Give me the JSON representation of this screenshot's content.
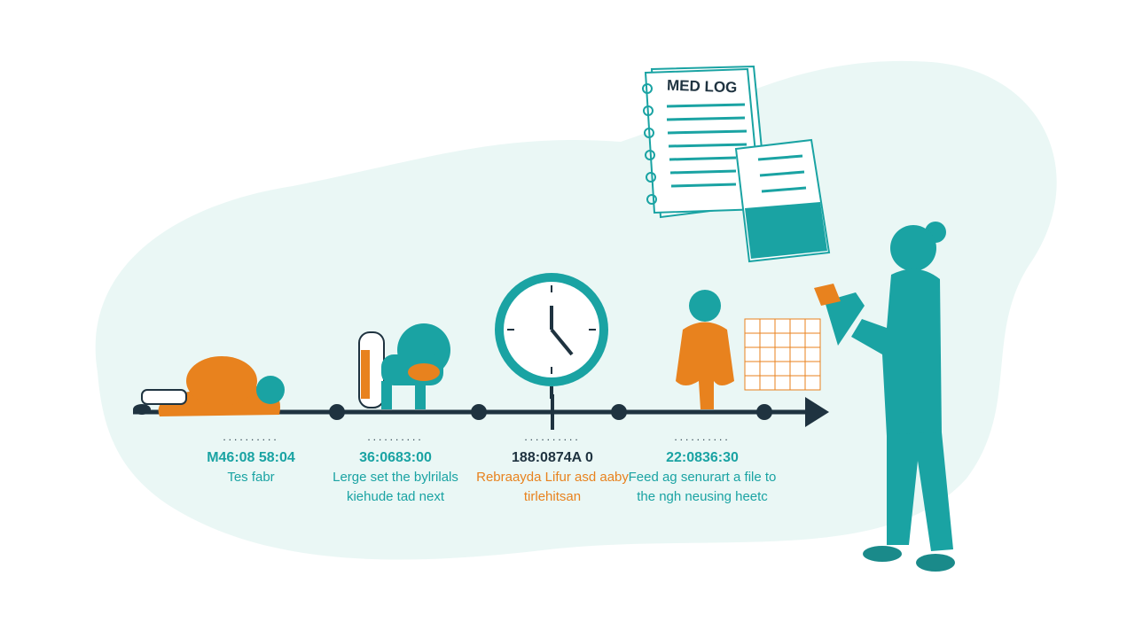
{
  "document": {
    "title": "MED LOG"
  },
  "timeline": [
    {
      "time": "M46:08 58:04",
      "description": "Tes fabr",
      "accent": "teal"
    },
    {
      "time": "36:0683:00",
      "description": "Lerge set the bylrilals kiehude tad next",
      "accent": "teal"
    },
    {
      "time": "188:0874A 0",
      "description": "Rebraayda Lifur asd aaby tirlehitsan",
      "accent": "orange"
    },
    {
      "time": "22:0836:30",
      "description": "Feed ag senurart a file to the ngh neusing heetc",
      "accent": "teal"
    }
  ],
  "colors": {
    "teal": "#1aa3a3",
    "orange": "#e8821e",
    "navy": "#1f3340",
    "mint": "#eaf7f5"
  }
}
